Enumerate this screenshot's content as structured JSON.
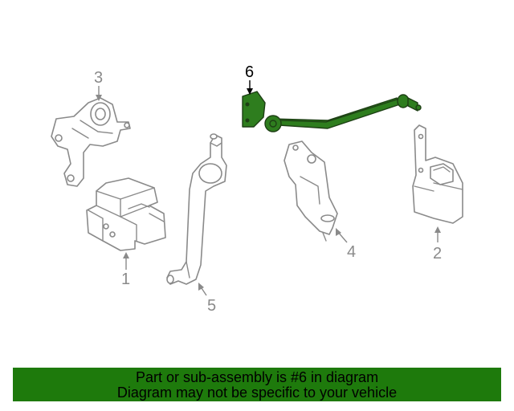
{
  "callouts": {
    "c1": "1",
    "c2": "2",
    "c3": "3",
    "c4": "4",
    "c5": "5",
    "c6": "6"
  },
  "highlighted_part": "6",
  "colors": {
    "highlight": "#2e7d1e",
    "banner": "#1e7a0c",
    "line": "#8a8a8a"
  },
  "banner": {
    "line1": "Part or sub-assembly is #6 in diagram",
    "line2": "Diagram may not be specific to your vehicle"
  }
}
